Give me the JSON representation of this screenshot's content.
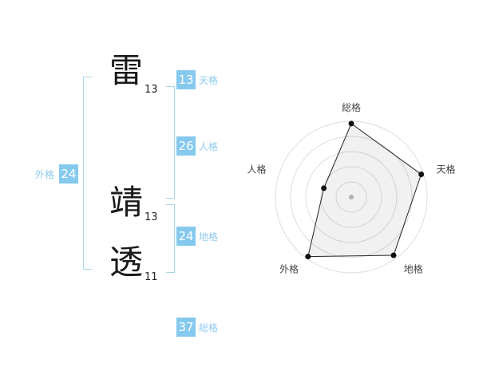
{
  "name": {
    "characters": [
      {
        "char": "雷",
        "strokes": "13"
      },
      {
        "char": "靖",
        "strokes": "13"
      },
      {
        "char": "透",
        "strokes": "11"
      }
    ]
  },
  "kaku": {
    "tenkaku": {
      "value": "13",
      "label": "天格"
    },
    "jinkaku": {
      "value": "26",
      "label": "人格"
    },
    "chikaku": {
      "value": "24",
      "label": "地格"
    },
    "gaikaku": {
      "value": "24",
      "label": "外格"
    },
    "soukaku": {
      "value": "37",
      "label": "総格"
    }
  },
  "colors": {
    "accent": "#85c9ee",
    "badge_text": "#ffffff",
    "bracket": "#a8d6f0",
    "grid": "#dddddd",
    "polygon_stroke": "#222222",
    "polygon_fill": "rgba(0,0,0,0.055)",
    "dot": "#111111",
    "center_dot": "#bbbbbb",
    "axis_label": "#444444"
  },
  "chart_data": {
    "type": "radar",
    "categories": [
      "総格",
      "天格",
      "地格",
      "外格",
      "人格"
    ],
    "values": [
      0.97,
      0.97,
      0.95,
      0.97,
      0.38
    ],
    "max": 1,
    "rings": 5,
    "start_angle_deg": -90,
    "direction": "clockwise",
    "grid": "concentric-circles",
    "legend": false,
    "title": ""
  }
}
